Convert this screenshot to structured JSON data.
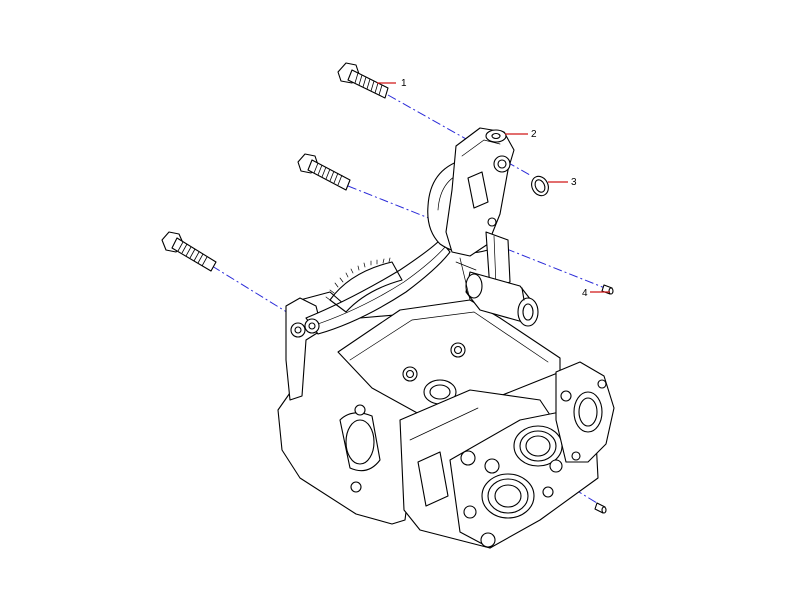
{
  "callouts": [
    {
      "number": "1",
      "part": "bolt"
    },
    {
      "number": "2",
      "part": "pump-bracket"
    },
    {
      "number": "3",
      "part": "washer"
    },
    {
      "number": "4",
      "part": "dowel-pin"
    }
  ]
}
